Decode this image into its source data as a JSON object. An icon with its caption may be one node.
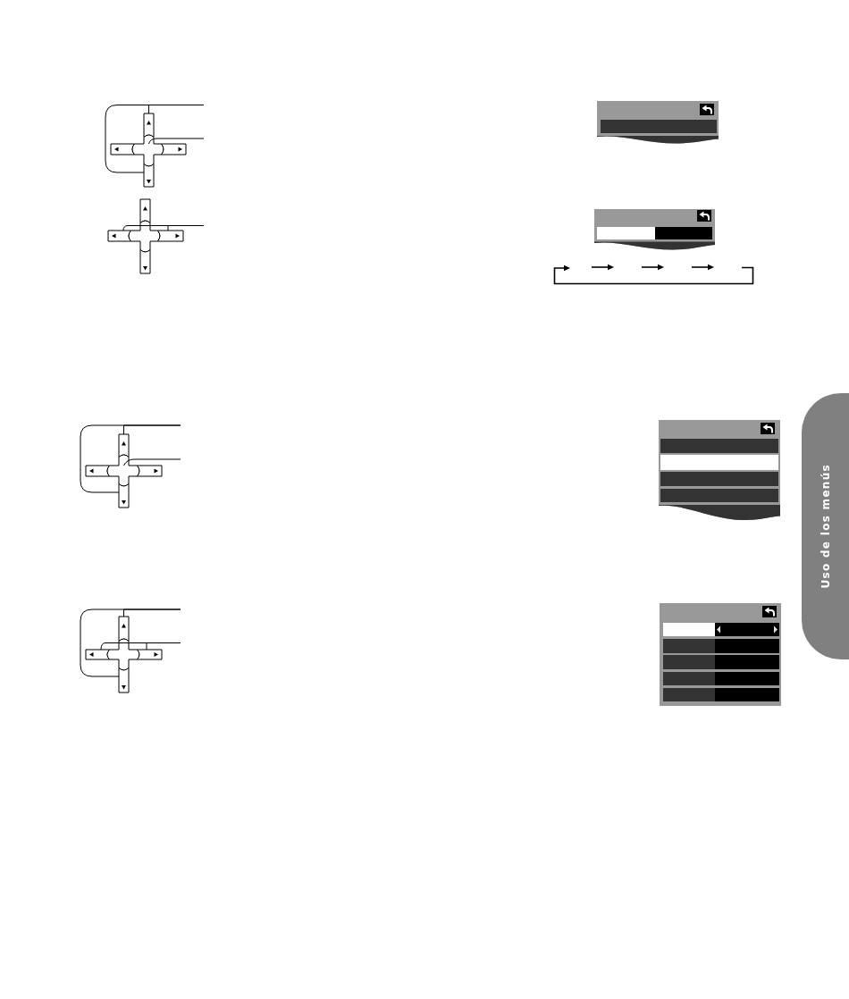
{
  "diagram": {
    "nodes": [
      {
        "text": [],
        "shape": "box"
      },
      {
        "text": [],
        "shape": "box"
      },
      {
        "text": [],
        "shape": "cross"
      },
      {
        "text": [],
        "shape": "box"
      },
      {
        "text": [],
        "shape": "box"
      },
      {
        "text": [],
        "shape": "box"
      },
      {
        "text": [],
        "shape": "box"
      },
      {
        "text": [],
        "shape": "cross"
      },
      {
        "text": [],
        "shape": "box"
      },
      {
        "text": [],
        "shape": "box"
      },
      {
        "text": [],
        "shape": "box"
      },
      {
        "text": [],
        "shape": "box"
      },
      {
        "text": [],
        "shape": "cross"
      },
      {
        "text": [],
        "shape": "box"
      },
      {
        "text": [],
        "shape": "box"
      },
      {
        "text": [],
        "shape": "box"
      },
      {
        "text": [],
        "shape": "box"
      },
      {
        "text": [],
        "shape": "cross"
      },
      {
        "text": [],
        "shape": "box"
      },
      {
        "text": [],
        "shape": "box"
      },
      {
        "text": [
          "Uso de los menús"
        ]
      }
    ],
    "edges": [
      {
        "from": null,
        "to": 0,
        "arrow": "none"
      },
      {
        "from": null,
        "to": 4,
        "arrow": "none"
      },
      {
        "from": null,
        "to": 2,
        "arrow": "none"
      },
      {
        "from": null,
        "to": 6,
        "arrow": "none"
      },
      {
        "from": null,
        "to": 8,
        "arrow": "none"
      },
      {
        "from": null,
        "to": 10,
        "arrow": "none"
      },
      {
        "from": null,
        "to": 14,
        "arrow": "none"
      },
      {
        "from": null,
        "to": 12,
        "arrow": "none"
      },
      {
        "from": null,
        "to": 15,
        "arrow": "none"
      },
      {
        "from": null,
        "to": 19,
        "arrow": "none"
      },
      {
        "from": null,
        "to": 16,
        "arrow": "none"
      },
      {
        "from": null,
        "to": 18,
        "arrow": "none"
      }
    ]
  }
}
